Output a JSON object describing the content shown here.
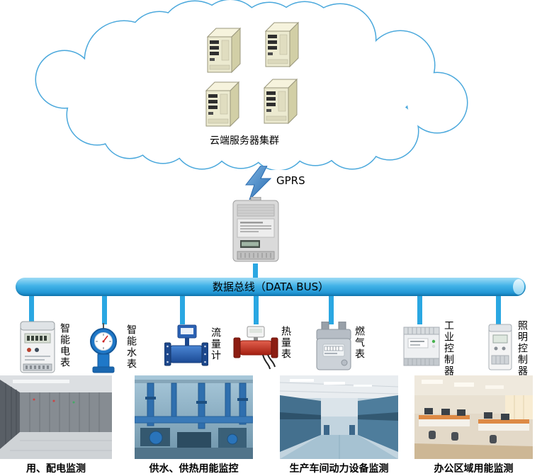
{
  "cloud": {
    "label": "云端服务器集群",
    "server_icon": "server-tower-icon",
    "server_count": 4
  },
  "link": {
    "gprs_label": "GPRS",
    "lightning_icon": "lightning-bolt-icon",
    "concentrator_icon": "data-concentrator-icon"
  },
  "bus": {
    "label": "数据总线（DATA BUS）"
  },
  "devices": [
    {
      "label": "智能电表",
      "icon": "electric-meter-icon"
    },
    {
      "label": "智能水表",
      "icon": "water-meter-icon"
    },
    {
      "label": "流量计",
      "icon": "flow-meter-icon"
    },
    {
      "label": "热量表",
      "icon": "heat-meter-icon"
    },
    {
      "label": "燃气表",
      "icon": "gas-meter-icon"
    },
    {
      "label": "工业控制器",
      "icon": "industrial-controller-icon"
    },
    {
      "label": "照明控制器",
      "icon": "lighting-controller-icon"
    }
  ],
  "scenes": [
    {
      "caption": "用、配电监测"
    },
    {
      "caption": "供水、供热用能监控"
    },
    {
      "caption": "生产车间动力设备监测"
    },
    {
      "caption": "办公区域用能监测"
    }
  ],
  "colors": {
    "bus_blue": "#2aa7e2",
    "cloud_outline": "#4aa8dc",
    "bolt_blue": "#2a6cb0",
    "flow_blue": "#1c478c",
    "heat_red": "#b5281a"
  }
}
